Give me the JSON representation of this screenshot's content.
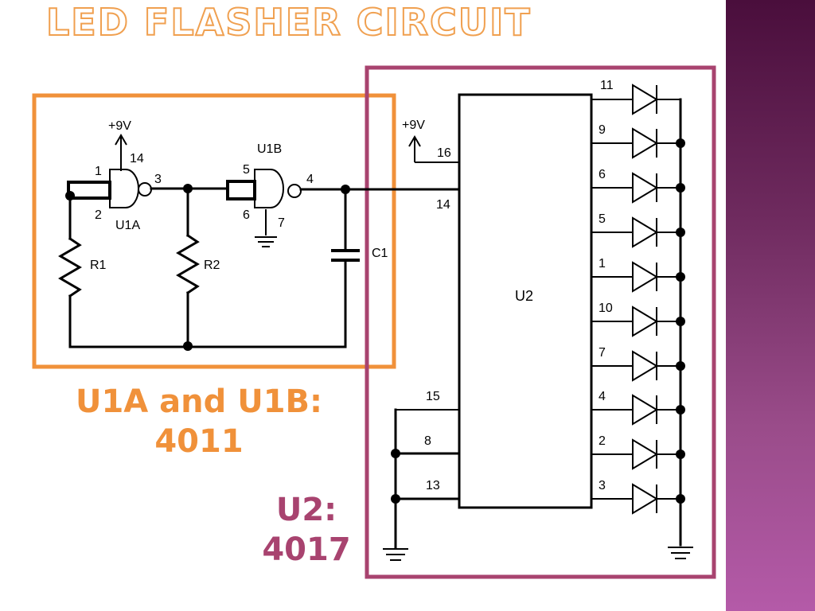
{
  "title": "LED FLASHER CIRCUIT",
  "colors": {
    "orange_box": "#f0913a",
    "purple_box": "#a8436f",
    "sidebar": "#6e2a5e"
  },
  "oscillator": {
    "supply": "+9V",
    "gate_a": {
      "name": "U1A",
      "pin_in1": "1",
      "pin_in2": "2",
      "pin_out": "3",
      "pin_vdd": "14"
    },
    "gate_b": {
      "name": "U1B",
      "pin_in1": "5",
      "pin_in2": "6",
      "pin_out": "4",
      "pin_vss": "7"
    },
    "r1": "R1",
    "r2": "R2",
    "c1": "C1"
  },
  "counter": {
    "name": "U2",
    "supply": "+9V",
    "pin_vdd": "16",
    "pin_clock": "14",
    "pin_15": "15",
    "pin_8": "8",
    "pin_13": "13",
    "output_pins": [
      "11",
      "9",
      "6",
      "5",
      "1",
      "10",
      "7",
      "4",
      "2",
      "3"
    ]
  },
  "captions": {
    "u1_line1": "U1A and U1B:",
    "u1_line2": "4011",
    "u2_line1": "U2:",
    "u2_line2": "4017"
  }
}
